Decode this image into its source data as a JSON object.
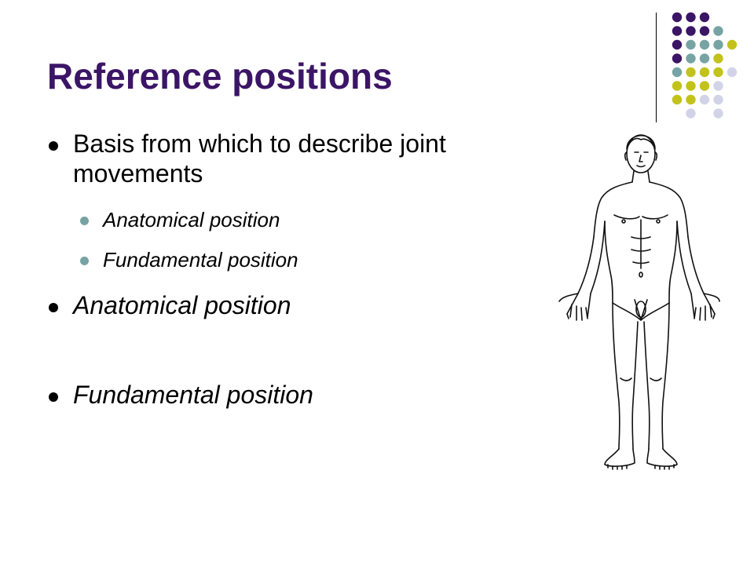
{
  "slide": {
    "title": "Reference positions",
    "bullets": [
      {
        "text": "Basis from which to describe joint movements",
        "italic": false
      },
      {
        "text": "Anatomical position",
        "italic": true,
        "sub": true
      },
      {
        "text": "Fundamental position",
        "italic": true,
        "sub": true
      },
      {
        "text": "Anatomical position",
        "italic": true
      },
      {
        "text": "Fundamental position",
        "italic": true
      }
    ]
  },
  "theme": {
    "title_color": "#3b1566",
    "dot_colors": {
      "purple": "#3b1566",
      "teal": "#77a3a3",
      "olive": "#c2c21b",
      "lavender": "#d3d3e8"
    },
    "dot_grid": [
      [
        "purple",
        "purple",
        "purple",
        "",
        ""
      ],
      [
        "purple",
        "purple",
        "purple",
        "teal",
        ""
      ],
      [
        "purple",
        "teal",
        "teal",
        "teal",
        "olive"
      ],
      [
        "purple",
        "teal",
        "teal",
        "olive",
        ""
      ],
      [
        "teal",
        "olive",
        "olive",
        "olive",
        "lavender"
      ],
      [
        "olive",
        "olive",
        "olive",
        "lavender",
        ""
      ],
      [
        "olive",
        "olive",
        "lavender",
        "lavender",
        ""
      ],
      [
        "",
        "lavender",
        "",
        "lavender",
        ""
      ]
    ]
  },
  "figure": {
    "icon": "human-body-anatomical-position-icon"
  }
}
